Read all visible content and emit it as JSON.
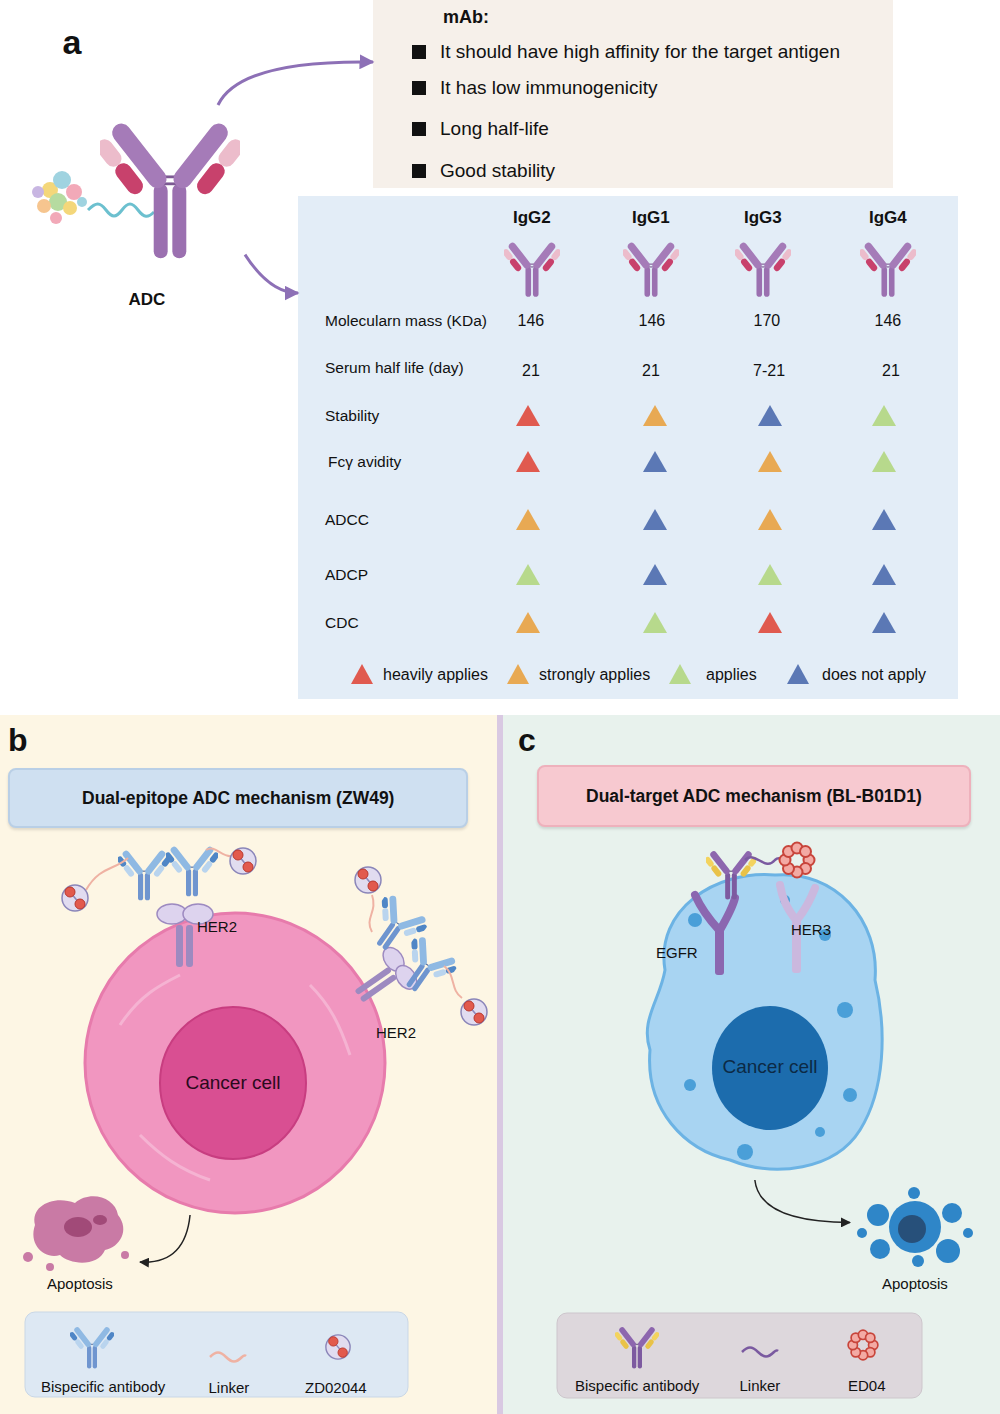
{
  "diagram": {
    "nodes": [
      {
        "text": [
          "ADC"
        ]
      },
      {
        "text": [
          "mAb:",
          "It should have high affinity for the target antigen",
          "It has low immunogenicity",
          "Long half-life",
          "Good stability"
        ]
      },
      {
        "text": [
          "IgG2",
          "IgG1",
          "IgG3",
          "IgG4",
          "Molecularn mass (KDa)",
          "146",
          "146",
          "170",
          "146",
          "Serum half life (day)",
          "21",
          "21",
          "7-21",
          "21",
          "Stability",
          "Fcγ avidity",
          "ADCC",
          "ADCP",
          "CDC"
        ]
      },
      {
        "text": [
          "b"
        ]
      },
      {
        "text": [
          "Dual-epitope ADC mechanism (ZW49)"
        ],
        "in": 3
      },
      {
        "text": [
          "Cancer cell"
        ],
        "in": 3
      },
      {
        "text": [
          "Apoptosis"
        ],
        "in": 3
      },
      {
        "text": [
          "c"
        ]
      },
      {
        "text": [
          "Dual-target ADC mechanism (BL-B01D1)"
        ],
        "in": 7
      },
      {
        "text": [
          "Cancer cell"
        ],
        "in": 7
      },
      {
        "text": [
          "Apoptosis"
        ],
        "in": 7
      }
    ],
    "edges": [
      {
        "from": 0,
        "to": 1,
        "arrow": "to"
      },
      {
        "from": 0,
        "to": 2,
        "arrow": "to"
      },
      {
        "from": 5,
        "to": 6,
        "arrow": "to"
      },
      {
        "from": 9,
        "to": 10,
        "arrow": "to"
      }
    ],
    "labels": [
      "a",
      "HER2",
      "HER2",
      "EGFR",
      "HER3"
    ],
    "legend": [
      {
        "text": "heavily applies",
        "color": "#e05a4f"
      },
      {
        "text": "strongly applies",
        "color": "#e8a953"
      },
      {
        "text": "applies",
        "color": "#b7d98c"
      },
      {
        "text": "does not apply",
        "color": "#5b78b5"
      },
      {
        "text": "Bispecific antibody"
      },
      {
        "text": "Linker"
      },
      {
        "text": "ZD02044"
      },
      {
        "text": "Bispecific antibody"
      },
      {
        "text": "Linker"
      },
      {
        "text": "ED04"
      }
    ]
  }
}
